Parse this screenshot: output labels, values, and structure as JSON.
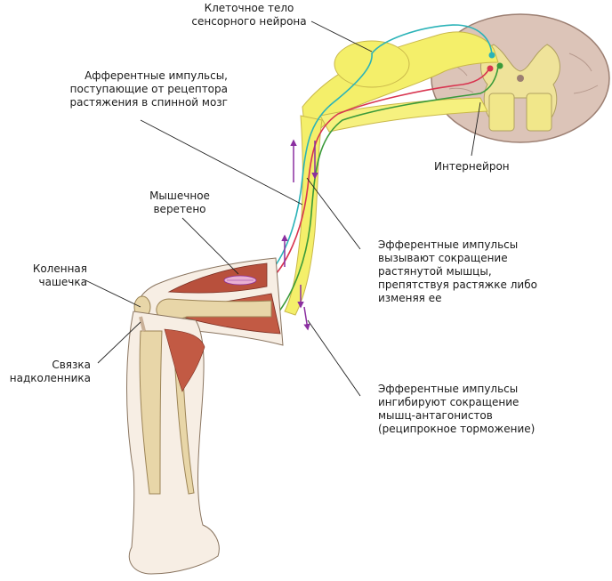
{
  "labels": {
    "cell_body": [
      "Клеточное тело",
      "сенсорного нейрона"
    ],
    "afferent": [
      "Афферентные импульсы,",
      "поступающие от рецептора",
      "растяжения в спинной мозг"
    ],
    "interneuron": [
      "Интернейрон"
    ],
    "spindle": [
      "Мышечное",
      "веретено"
    ],
    "kneecap": [
      "Коленная",
      "чашечка"
    ],
    "ligament": [
      "Связка",
      "надколенника"
    ],
    "efferent_contract": [
      "Эфферентные импульсы",
      "вызывают сокращение",
      "растянутой мышцы,",
      "препятствуя растяжке либо",
      "изменяя ее"
    ],
    "efferent_inhibit": [
      "Эфферентные импульсы",
      "ингибируют сокращение",
      "мышц-антагонистов",
      "(реципрокное торможение)"
    ]
  },
  "colors": {
    "sensory_nerve": "#2bb3b8",
    "motor_nerve_contract": "#d8344f",
    "motor_nerve_inhibit": "#3a9a3a",
    "arrow": "#8b2fa0",
    "nerve_sheath": "#f4ef6a",
    "spinal_grey": "#d9c1b6",
    "bone": "#e8d6a8",
    "muscle": "#b8503c",
    "skin_outline": "#8a7560"
  },
  "icons": [
    "spinal-cord-section",
    "leg-anatomy",
    "neuron-path",
    "impulse-arrow"
  ]
}
